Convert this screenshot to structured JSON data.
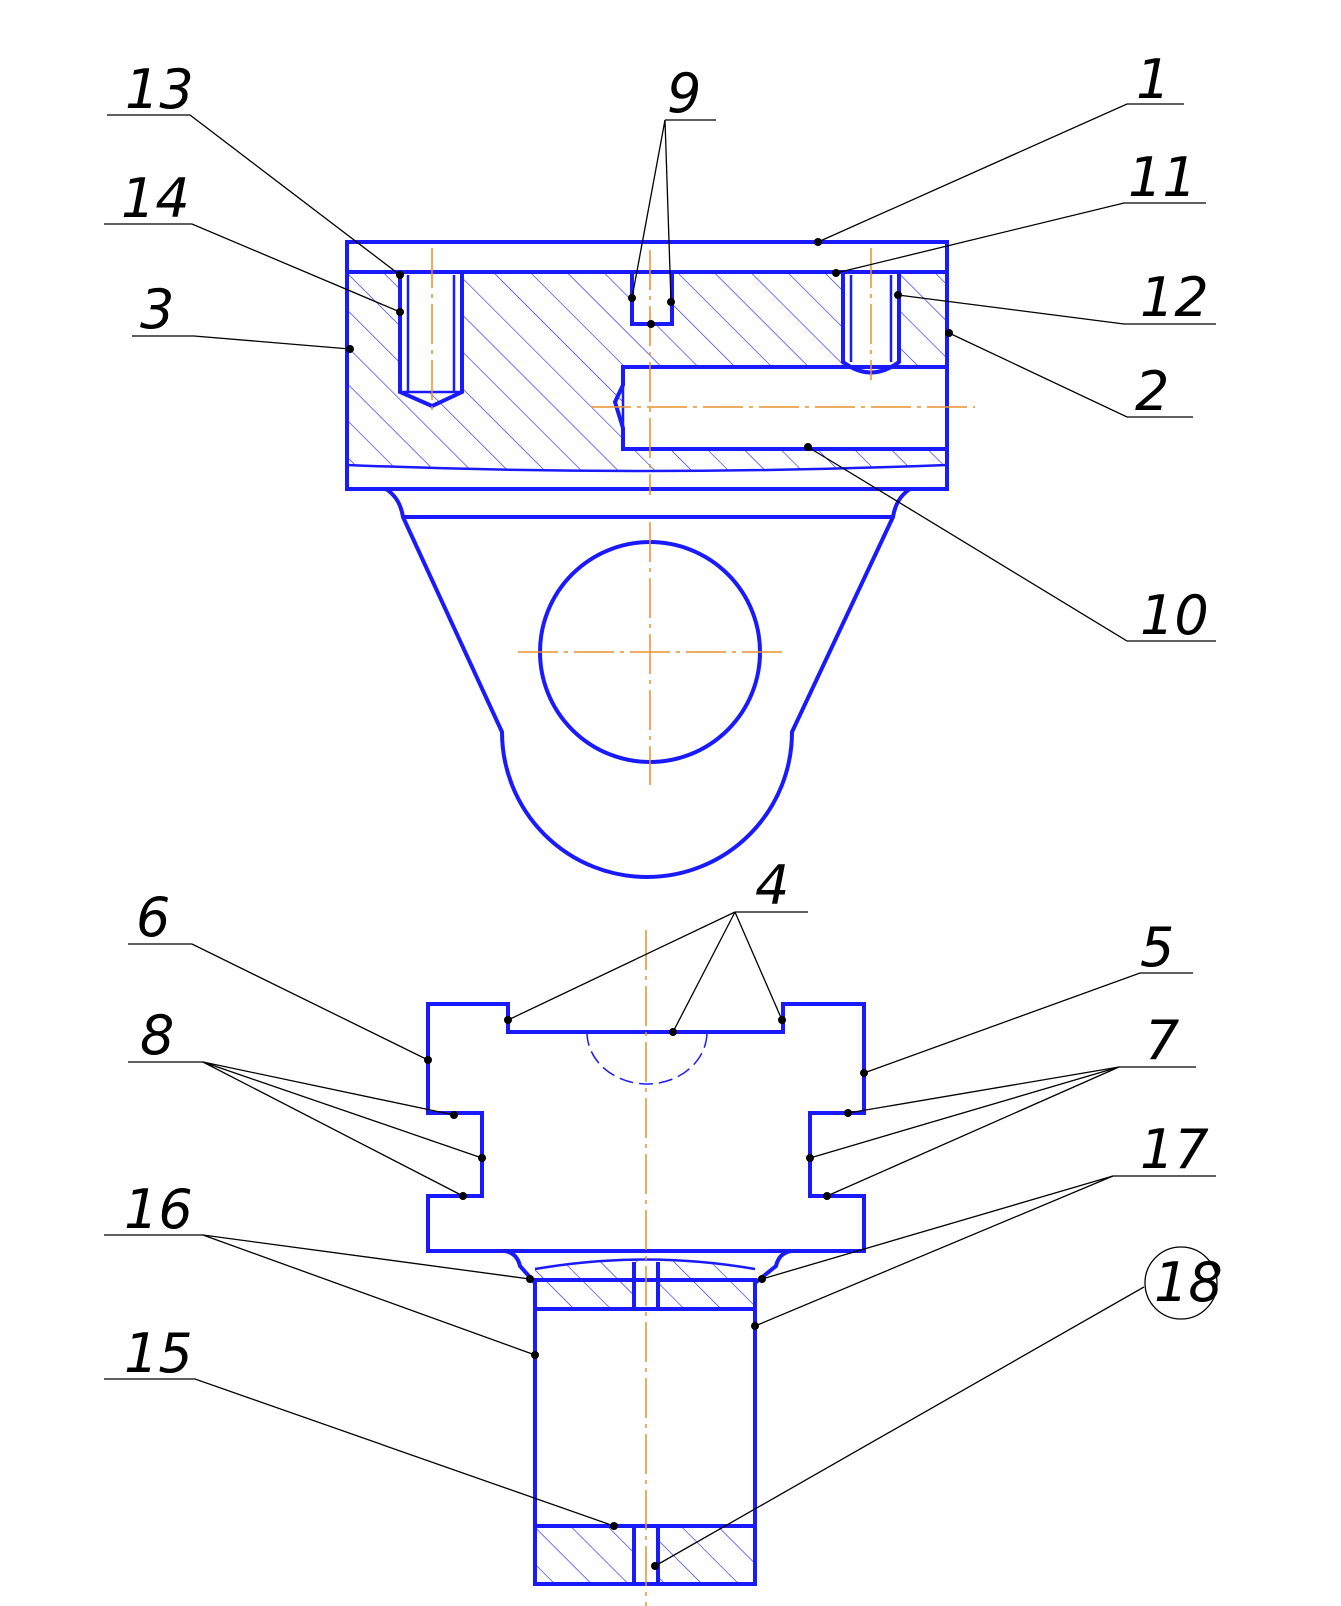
{
  "colors": {
    "contour": "#1a1aff",
    "centerline": "#e8912d",
    "leader": "#000000",
    "background": "#ffffff"
  },
  "callouts": {
    "c1": "1",
    "c2": "2",
    "c3": "3",
    "c4": "4",
    "c5": "5",
    "c6": "6",
    "c7": "7",
    "c8": "8",
    "c9": "9",
    "c10": "10",
    "c11": "11",
    "c12": "12",
    "c13": "13",
    "c14": "14",
    "c15": "15",
    "c16": "16",
    "c17": "17",
    "c18": "18"
  }
}
